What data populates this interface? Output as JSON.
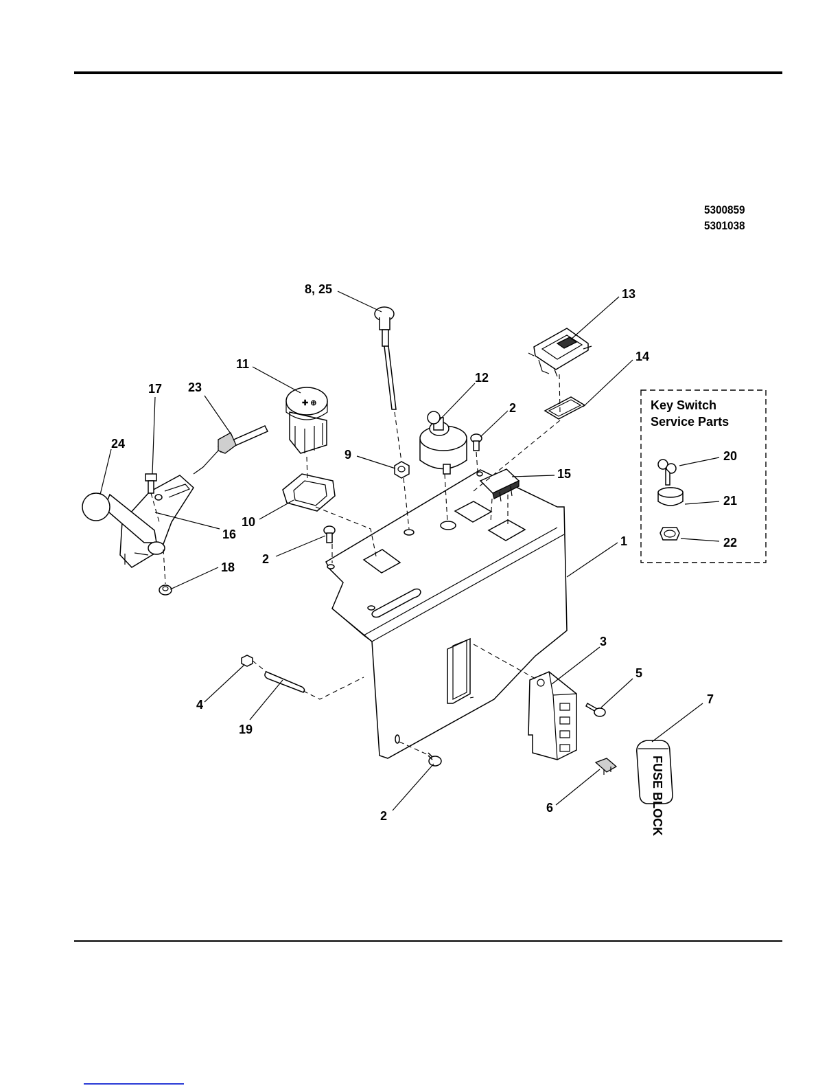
{
  "part_numbers": [
    "5300859",
    "5301038"
  ],
  "service_box": {
    "title_line1": "Key Switch",
    "title_line2": "Service Parts"
  },
  "fuse_block_label": "FUSE BLOCK",
  "callouts": {
    "c1": "1",
    "c2a": "2",
    "c2b": "2",
    "c2c": "2",
    "c3": "3",
    "c4": "4",
    "c5": "5",
    "c6": "6",
    "c7": "7",
    "c825": "8, 25",
    "c9": "9",
    "c10": "10",
    "c11": "11",
    "c12": "12",
    "c13": "13",
    "c14": "14",
    "c15": "15",
    "c16": "16",
    "c17": "17",
    "c18": "18",
    "c19": "19",
    "c20": "20",
    "c21": "21",
    "c22": "22",
    "c23": "23",
    "c24": "24"
  }
}
